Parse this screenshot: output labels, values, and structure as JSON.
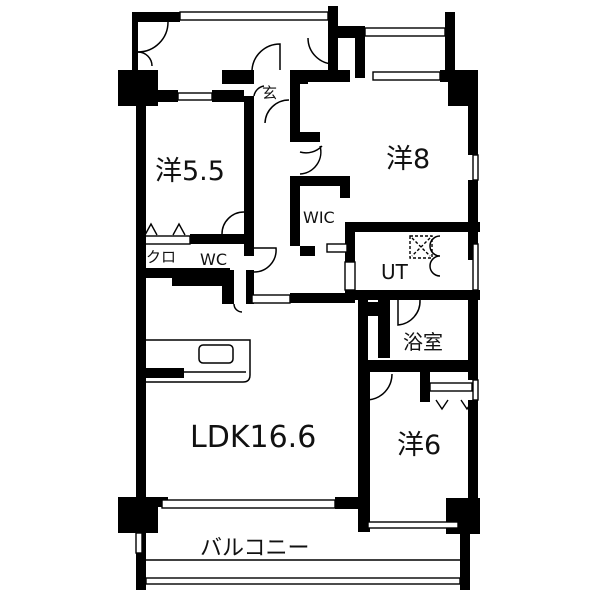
{
  "floorplan": {
    "rooms": {
      "western5_5": {
        "label": "洋5.5"
      },
      "western8": {
        "label": "洋8"
      },
      "western6": {
        "label": "洋6"
      },
      "ldk": {
        "label": "LDK16.6"
      },
      "entrance": {
        "label": "玄"
      },
      "wic": {
        "label": "WIC"
      },
      "wc": {
        "label": "WC"
      },
      "closet": {
        "label": "クロ"
      },
      "utility": {
        "label": "UT"
      },
      "bathroom": {
        "label": "浴室"
      },
      "balcony": {
        "label": "バルコニー"
      }
    },
    "colors": {
      "wall": "#000000",
      "background": "#ffffff",
      "line": "#111111"
    }
  }
}
